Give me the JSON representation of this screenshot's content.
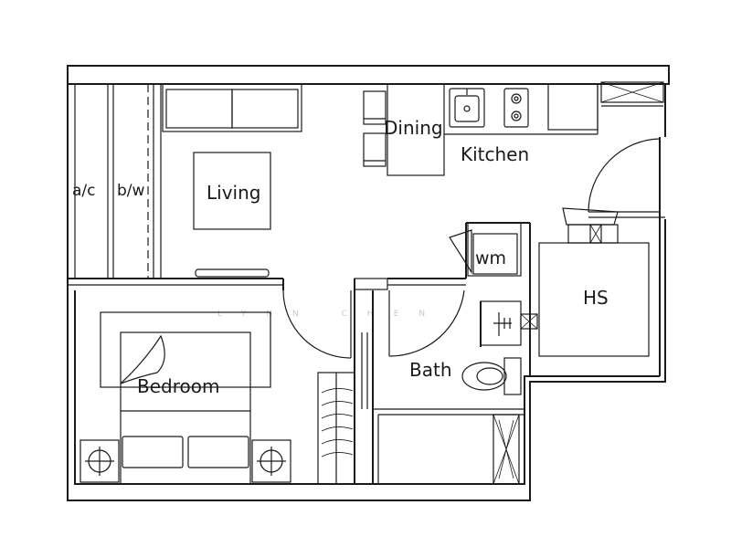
{
  "rooms": {
    "living": "Living",
    "dining": "Dining",
    "kitchen": "Kitchen",
    "bedroom": "Bedroom",
    "bath": "Bath",
    "household_shelter": "HS",
    "washing_machine": "wm",
    "aircon_ledge": "a/c",
    "bay_window": "b/w"
  },
  "watermark": "LYNN CHEN",
  "colors": {
    "line": "#1a1a1a",
    "background": "#ffffff",
    "watermark": "#c8c8c8"
  }
}
